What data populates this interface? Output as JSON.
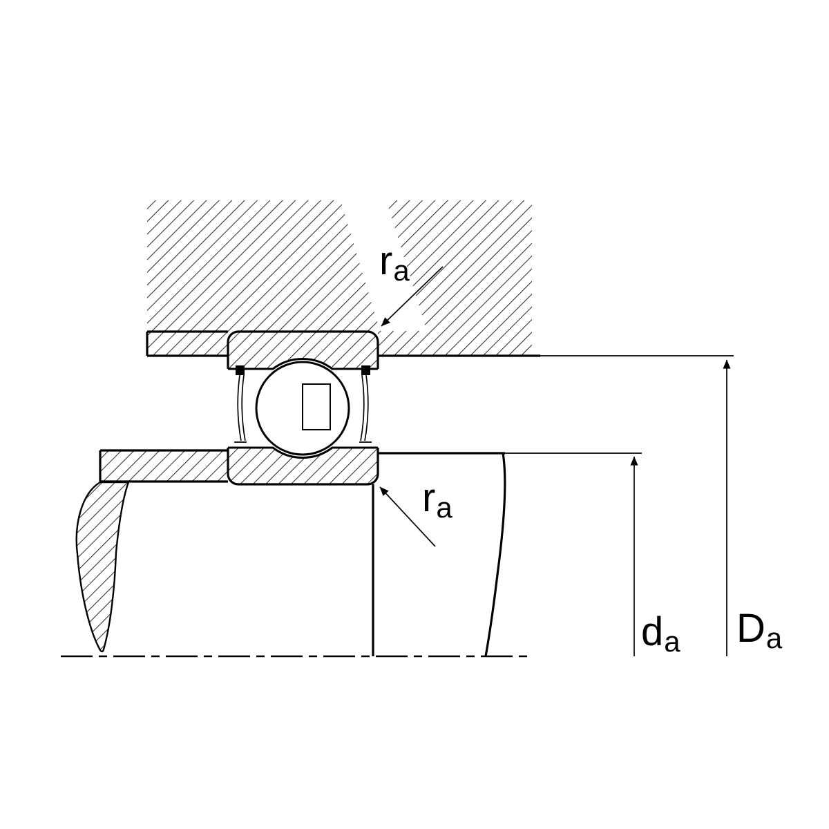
{
  "colors": {
    "line": "#000000",
    "background": "#ffffff"
  },
  "labels": {
    "ra_top": {
      "base": "r",
      "sub": "a"
    },
    "ra_bottom": {
      "base": "r",
      "sub": "a"
    },
    "da": {
      "base": "d",
      "sub": "a"
    },
    "Da": {
      "base": "D",
      "sub": "a"
    }
  }
}
